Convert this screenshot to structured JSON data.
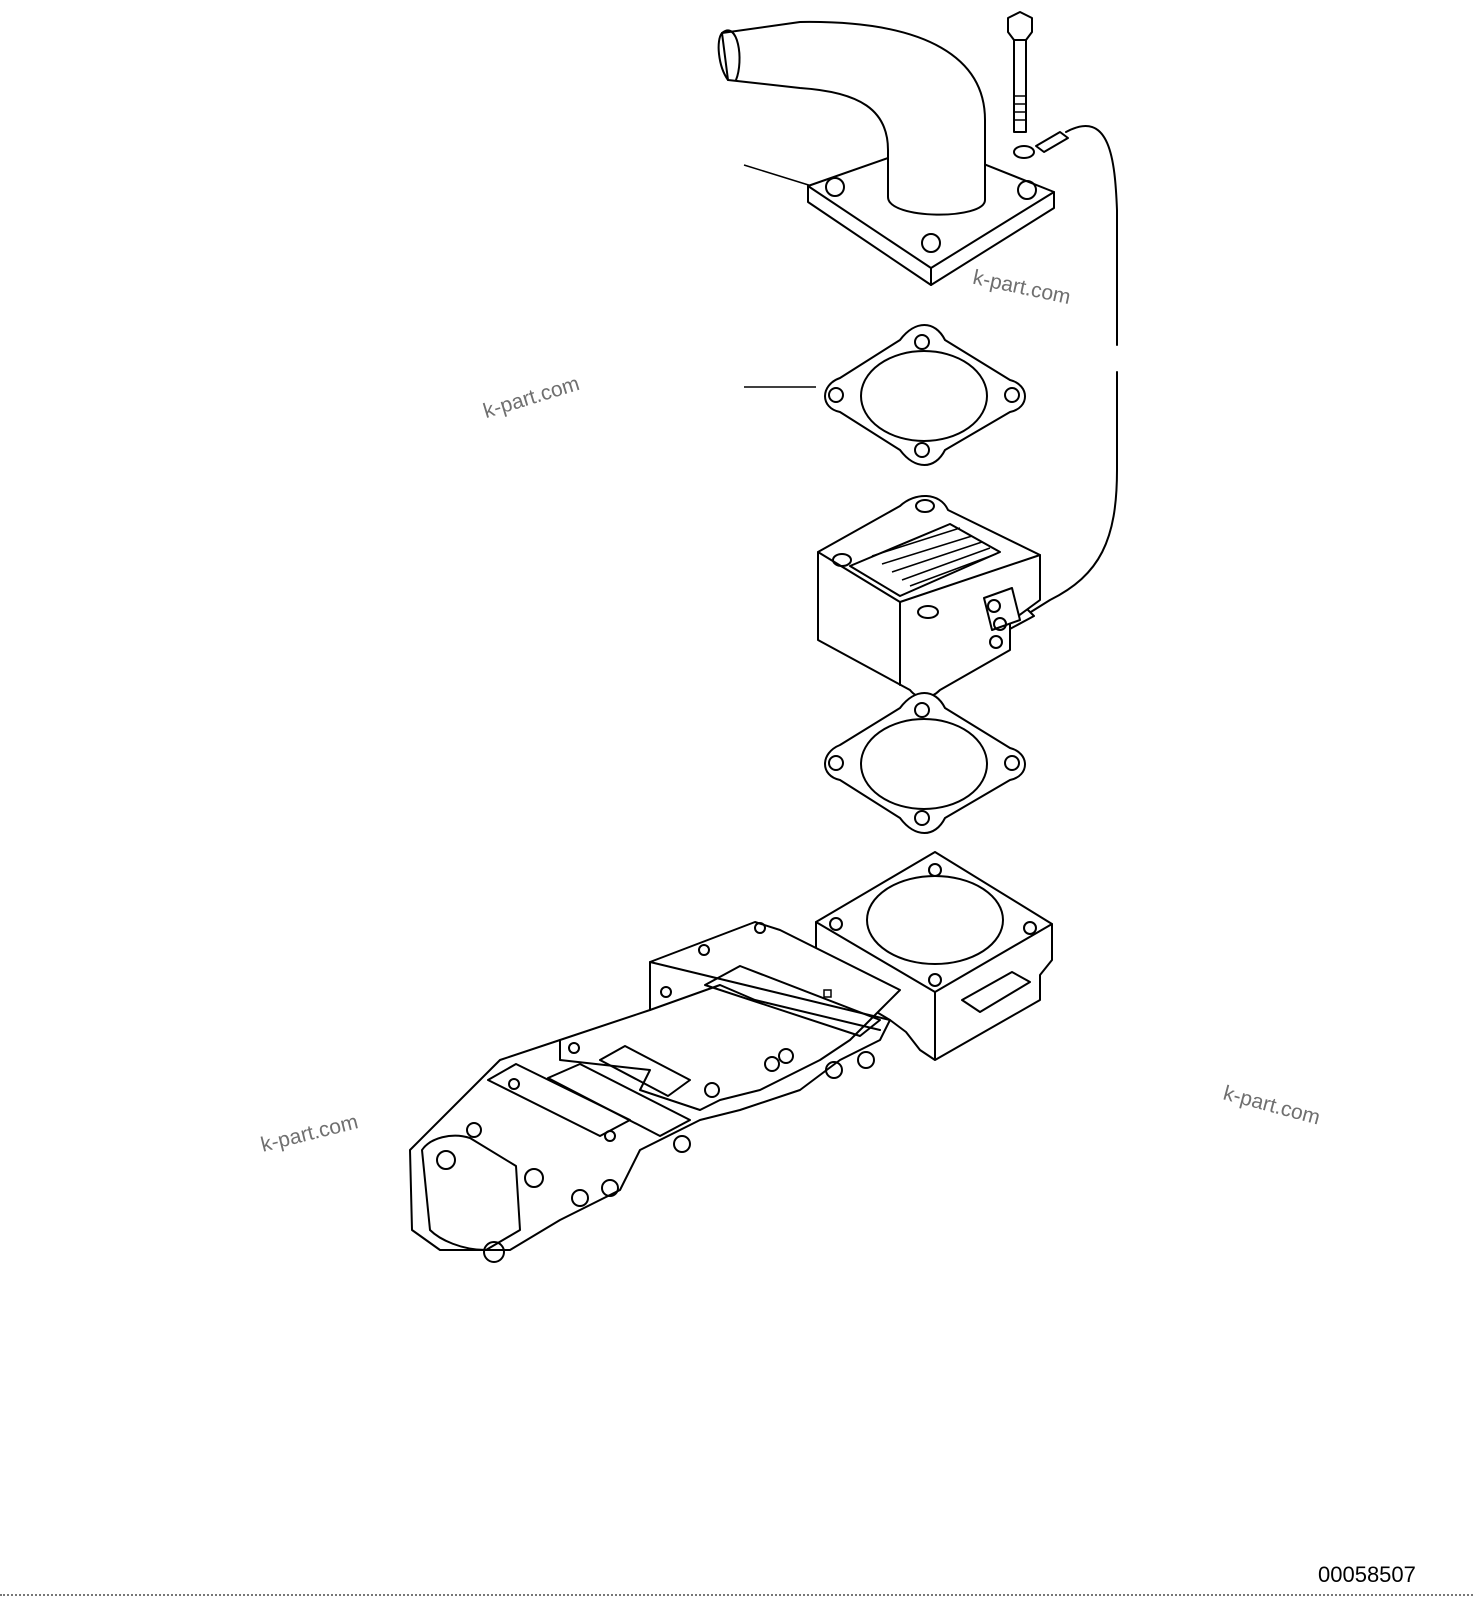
{
  "drawing": {
    "number": "00058507"
  },
  "watermarks": [
    {
      "text": "k-part.com"
    },
    {
      "text": "k-part.com"
    },
    {
      "text": "k-part.com"
    },
    {
      "text": "k-part.com"
    }
  ]
}
